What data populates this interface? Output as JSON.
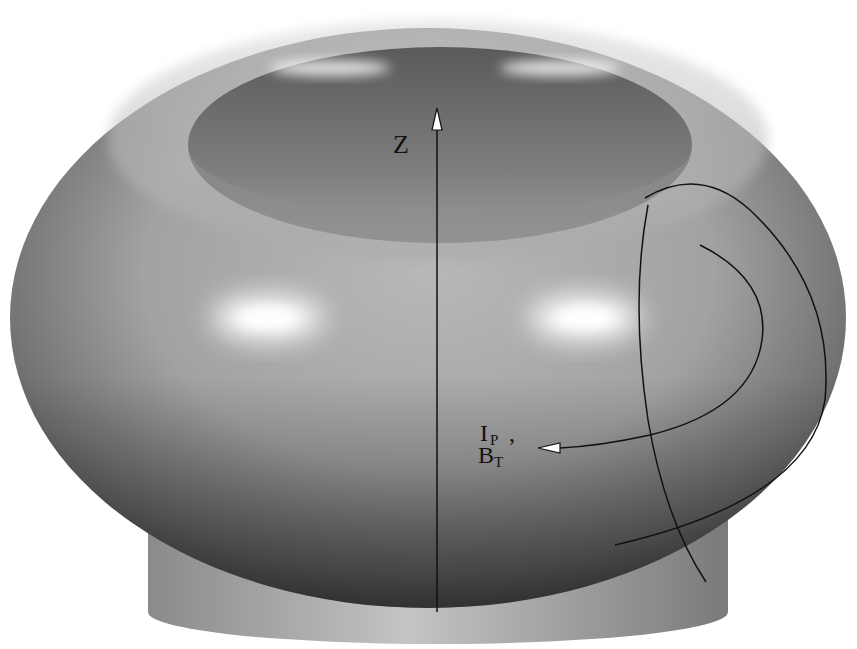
{
  "diagram": {
    "labels": [
      "Z",
      "I",
      "P",
      ",",
      "B",
      "T"
    ]
  }
}
